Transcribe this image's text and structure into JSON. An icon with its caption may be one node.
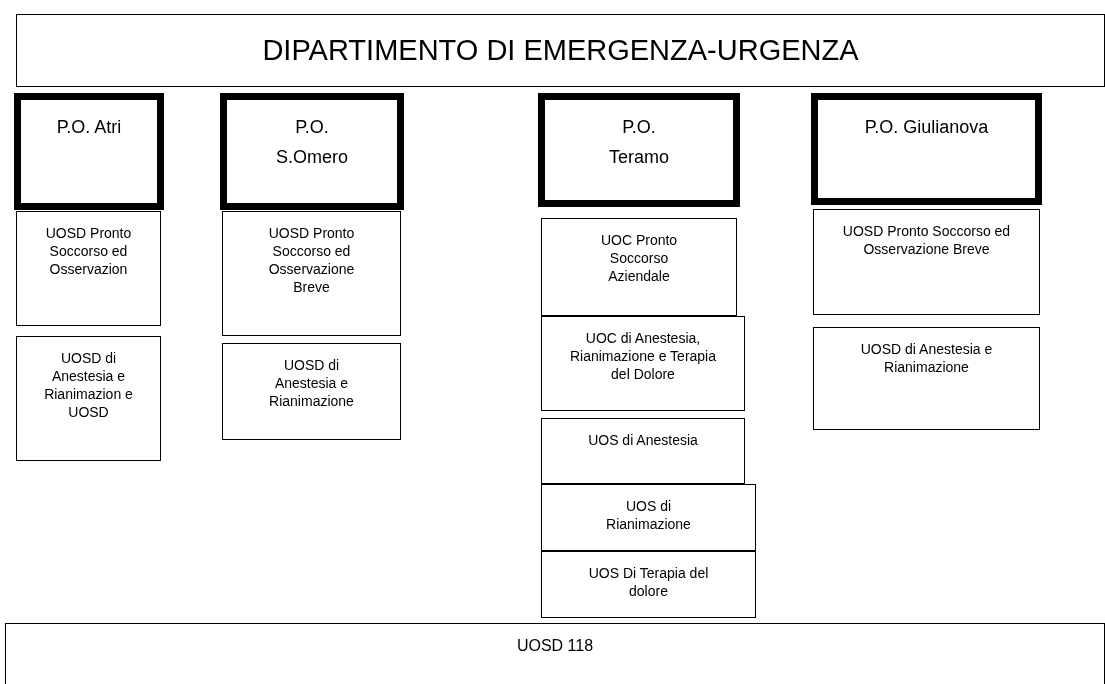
{
  "diagram": {
    "nodes": [
      {
        "text": [
          "DIPARTIMENTO DI EMERGENZA-URGENZA"
        ]
      },
      {
        "text": [
          "P.O. Atri"
        ]
      },
      {
        "text": [
          "P.O. S.Omero"
        ]
      },
      {
        "text": [
          "P.O. Teramo"
        ]
      },
      {
        "text": [
          "P.O. Giulianova"
        ]
      },
      {
        "text": [
          "UOSD Pronto Soccorso ed Osservazion"
        ]
      },
      {
        "text": [
          "UOSD di Anestesia e Rianimazion e UOSD"
        ]
      },
      {
        "text": [
          "UOSD Pronto Soccorso ed Osservazione Breve"
        ]
      },
      {
        "text": [
          "UOSD di Anestesia e Rianimazione"
        ]
      },
      {
        "text": [
          "UOC Pronto Soccorso Aziendale"
        ]
      },
      {
        "text": [
          "UOC di Anestesia, Rianimazione e Terapia del Dolore"
        ]
      },
      {
        "text": [
          "UOS di Anestesia"
        ]
      },
      {
        "text": [
          "UOS di Rianimazione"
        ]
      },
      {
        "text": [
          "UOS Di Terapia del dolore"
        ]
      },
      {
        "text": [
          "UOSD Pronto Soccorso ed Osservazione Breve"
        ]
      },
      {
        "text": [
          "UOSD di Anestesia e Rianimazione"
        ]
      },
      {
        "text": [
          "UOSD 118"
        ]
      }
    ]
  }
}
